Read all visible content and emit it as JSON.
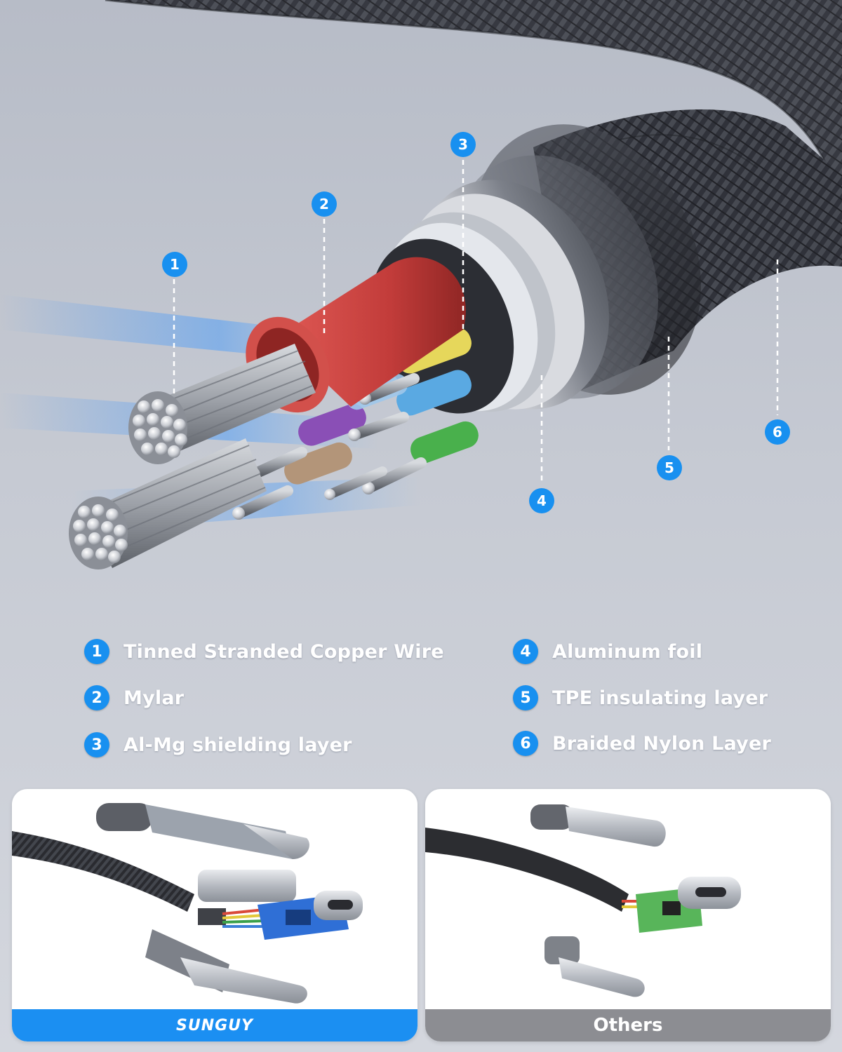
{
  "markers": [
    {
      "number": "1"
    },
    {
      "number": "2"
    },
    {
      "number": "3"
    },
    {
      "number": "4"
    },
    {
      "number": "5"
    },
    {
      "number": "6"
    }
  ],
  "legend": [
    {
      "number": "1",
      "label": "Tinned Stranded Copper Wire"
    },
    {
      "number": "2",
      "label": "Mylar"
    },
    {
      "number": "3",
      "label": "Al-Mg shielding layer"
    },
    {
      "number": "4",
      "label": "Aluminum foil"
    },
    {
      "number": "5",
      "label": "TPE insulating layer"
    },
    {
      "number": "6",
      "label": "Braided Nylon Layer"
    }
  ],
  "comparison": {
    "brand_label": "SUNGUY",
    "other_label": "Others"
  },
  "colors": {
    "accent": "#1890f0",
    "brand_footer": "#1b8ff2",
    "other_footer": "#8c8d92",
    "mylar_red": "#c9403e"
  }
}
